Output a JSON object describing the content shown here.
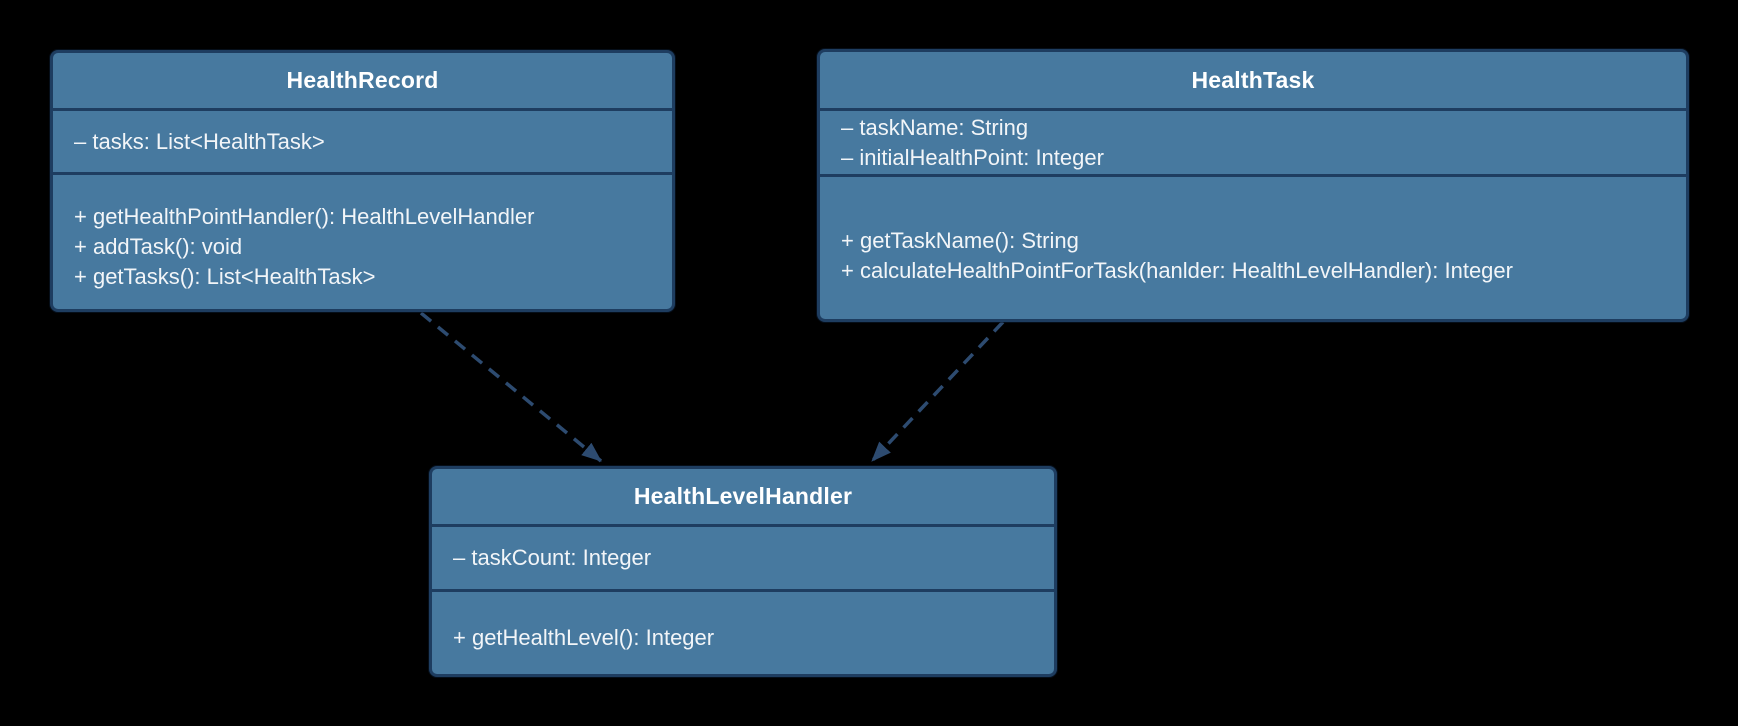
{
  "diagram": {
    "type": "uml_class_diagram",
    "colors": {
      "background": "#000000",
      "class_fill": "#47799f",
      "class_border": "#1e3d60",
      "text": "#f2f5f8",
      "arrow": "#2d4b70"
    },
    "classes": [
      {
        "name": "HealthRecord",
        "attributes": [
          "– tasks: List<HealthTask>"
        ],
        "methods": [
          "+ getHealthPointHandler(): HealthLevelHandler",
          "+ addTask(): void",
          "+ getTasks(): List<HealthTask>"
        ]
      },
      {
        "name": "HealthTask",
        "attributes": [
          "– taskName: String",
          "– initialHealthPoint: Integer"
        ],
        "methods": [
          "+ getTaskName(): String",
          "+ calculateHealthPointForTask(hanlder: HealthLevelHandler): Integer"
        ]
      },
      {
        "name": "HealthLevelHandler",
        "attributes": [
          "– taskCount: Integer"
        ],
        "methods": [
          "+ getHealthLevel(): Integer"
        ]
      }
    ],
    "relationships": [
      {
        "from": "HealthRecord",
        "to": "HealthLevelHandler",
        "style": "dashed",
        "arrowhead": "solid-triangle"
      },
      {
        "from": "HealthTask",
        "to": "HealthLevelHandler",
        "style": "dashed",
        "arrowhead": "solid-triangle"
      }
    ]
  }
}
